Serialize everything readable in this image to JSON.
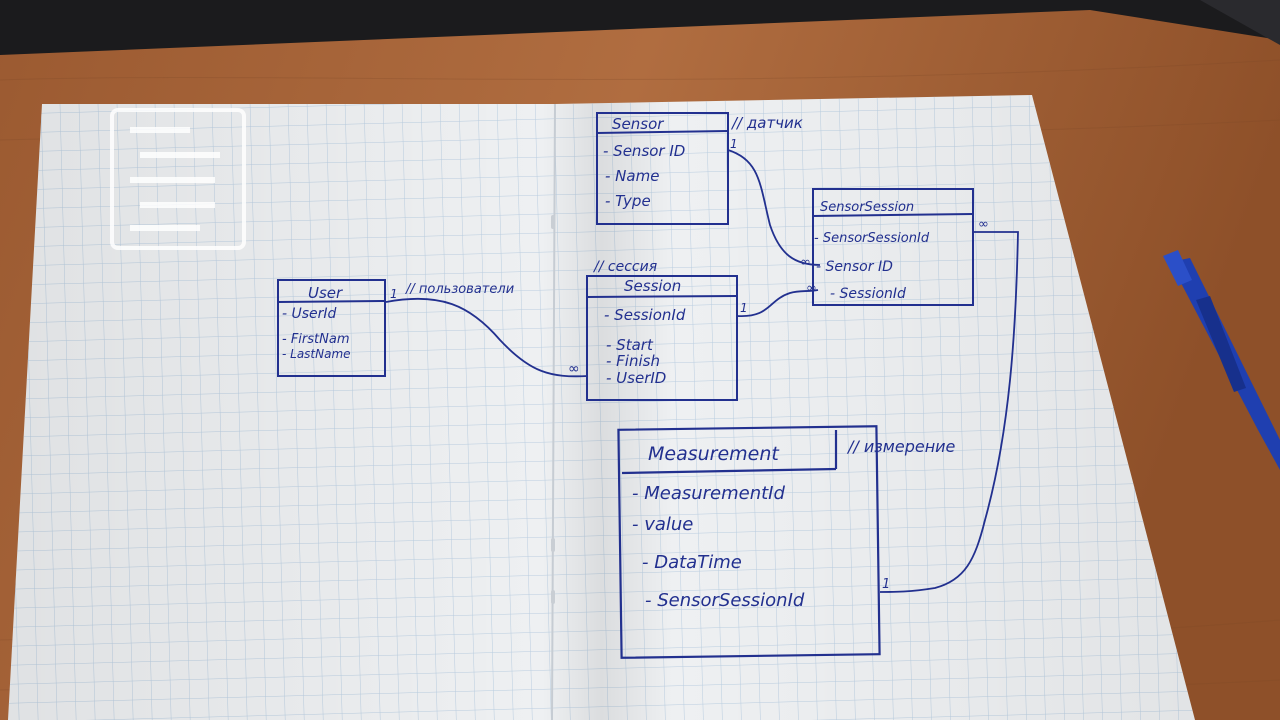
{
  "colors": {
    "desk": "#a8663a",
    "desk_dark": "#7a4626",
    "laptop": "#1b1b1d",
    "paper": "#eef0f2",
    "grid": "#b9cde0",
    "ink": "#22308f",
    "pen": "#1f3fb0"
  },
  "entities": {
    "sensor": {
      "title": "Sensor",
      "comment": "// датчик",
      "fields": [
        "- Sensor ID",
        "- Name",
        "- Type"
      ]
    },
    "sensor_session": {
      "title": "SensorSession",
      "fields": [
        "- SensorSessionId",
        "- Sensor ID",
        "- SessionId"
      ]
    },
    "user": {
      "title": "User",
      "comment": "// пользователи",
      "fields": [
        "- UserId",
        "- FirstNam",
        "- LastName"
      ]
    },
    "session": {
      "title": "Session",
      "comment": "// сессия",
      "fields": [
        "- SessionId",
        "- Start",
        "- Finish",
        "- UserID"
      ]
    },
    "measurement": {
      "title": "Measurement",
      "comment": "// измерение",
      "fields": [
        "- MeasurementId",
        "- value",
        "- DataTime",
        "- SensorSessionId"
      ]
    }
  },
  "cardinality": {
    "one": "1",
    "many": "∞"
  }
}
